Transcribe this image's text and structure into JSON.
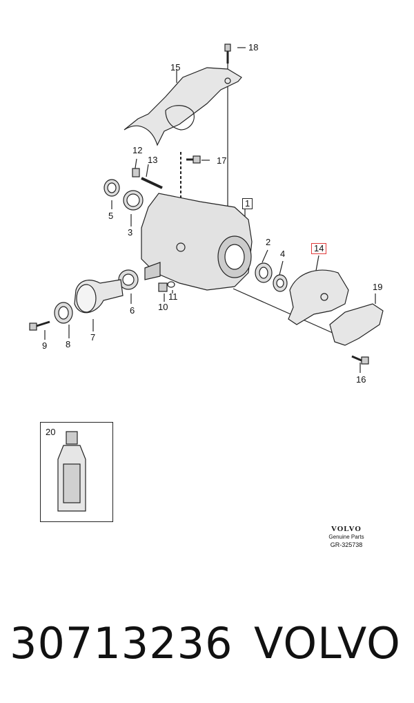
{
  "callouts": {
    "c1": "1",
    "c2": "2",
    "c3": "3",
    "c4": "4",
    "c5": "5",
    "c6": "6",
    "c7": "7",
    "c8": "8",
    "c9": "9",
    "c10": "10",
    "c11": "11",
    "c12": "12",
    "c13": "13",
    "c14": "14",
    "c15": "15",
    "c16": "16",
    "c17": "17",
    "c18": "18",
    "c19": "19",
    "c20": "20"
  },
  "brand": {
    "logo": "VOLVO",
    "subtitle": "Genuine Parts",
    "reference": "GR-325738"
  },
  "footer": {
    "part_number": "30713236",
    "make": "VOLVO"
  },
  "colors": {
    "highlight": "#e23a3a",
    "line": "#222222"
  }
}
